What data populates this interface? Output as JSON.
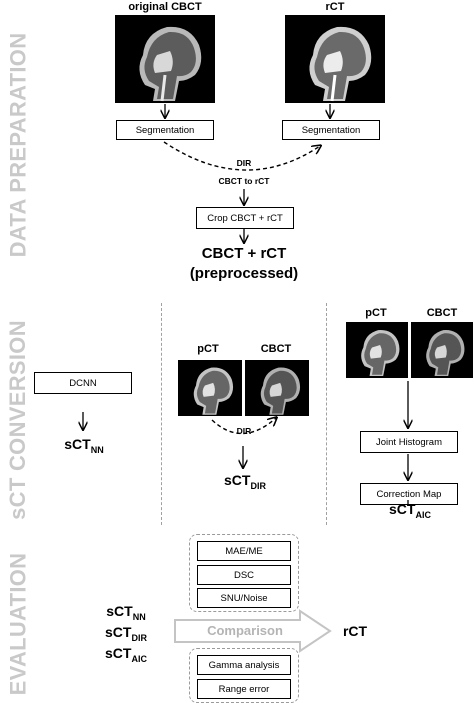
{
  "sections": {
    "data_preparation": "DATA PREPARATION",
    "sct_conversion": "sCT CONVERSION",
    "evaluation": "EVALUATION"
  },
  "prep": {
    "image_left_label": "original CBCT",
    "image_right_label": "rCT",
    "seg_left": "Segmentation",
    "seg_right": "Segmentation",
    "dir_label": "DIR",
    "dir_sub": "CBCT to rCT",
    "crop_box": "Crop CBCT + rCT",
    "result_line1": "CBCT + rCT",
    "result_line2": "(preprocessed)"
  },
  "conversion": {
    "dcnn_box": "DCNN",
    "nn_base": "sCT",
    "nn_sub": "NN",
    "dir_img_left": "pCT",
    "dir_img_right": "CBCT",
    "dir_label": "DIR",
    "dir_base": "sCT",
    "dir_sub": "DIR",
    "aic_img_left": "pCT",
    "aic_img_right": "CBCT",
    "joint_hist": "Joint Histogram",
    "correction_map": "Correction Map",
    "aic_base": "sCT",
    "aic_sub": "AIC"
  },
  "evaluation": {
    "metrics_top": [
      "MAE/ME",
      "DSC",
      "SNU/Noise"
    ],
    "metrics_bottom": [
      "Gamma analysis",
      "Range error"
    ],
    "inputs": [
      {
        "base": "sCT",
        "sub": "NN"
      },
      {
        "base": "sCT",
        "sub": "DIR"
      },
      {
        "base": "sCT",
        "sub": "AIC"
      }
    ],
    "comparison": "Comparison",
    "target": "rCT"
  },
  "icons": {
    "scan": "head-ct-scan-icon",
    "arrow": "down-arrow-icon"
  }
}
